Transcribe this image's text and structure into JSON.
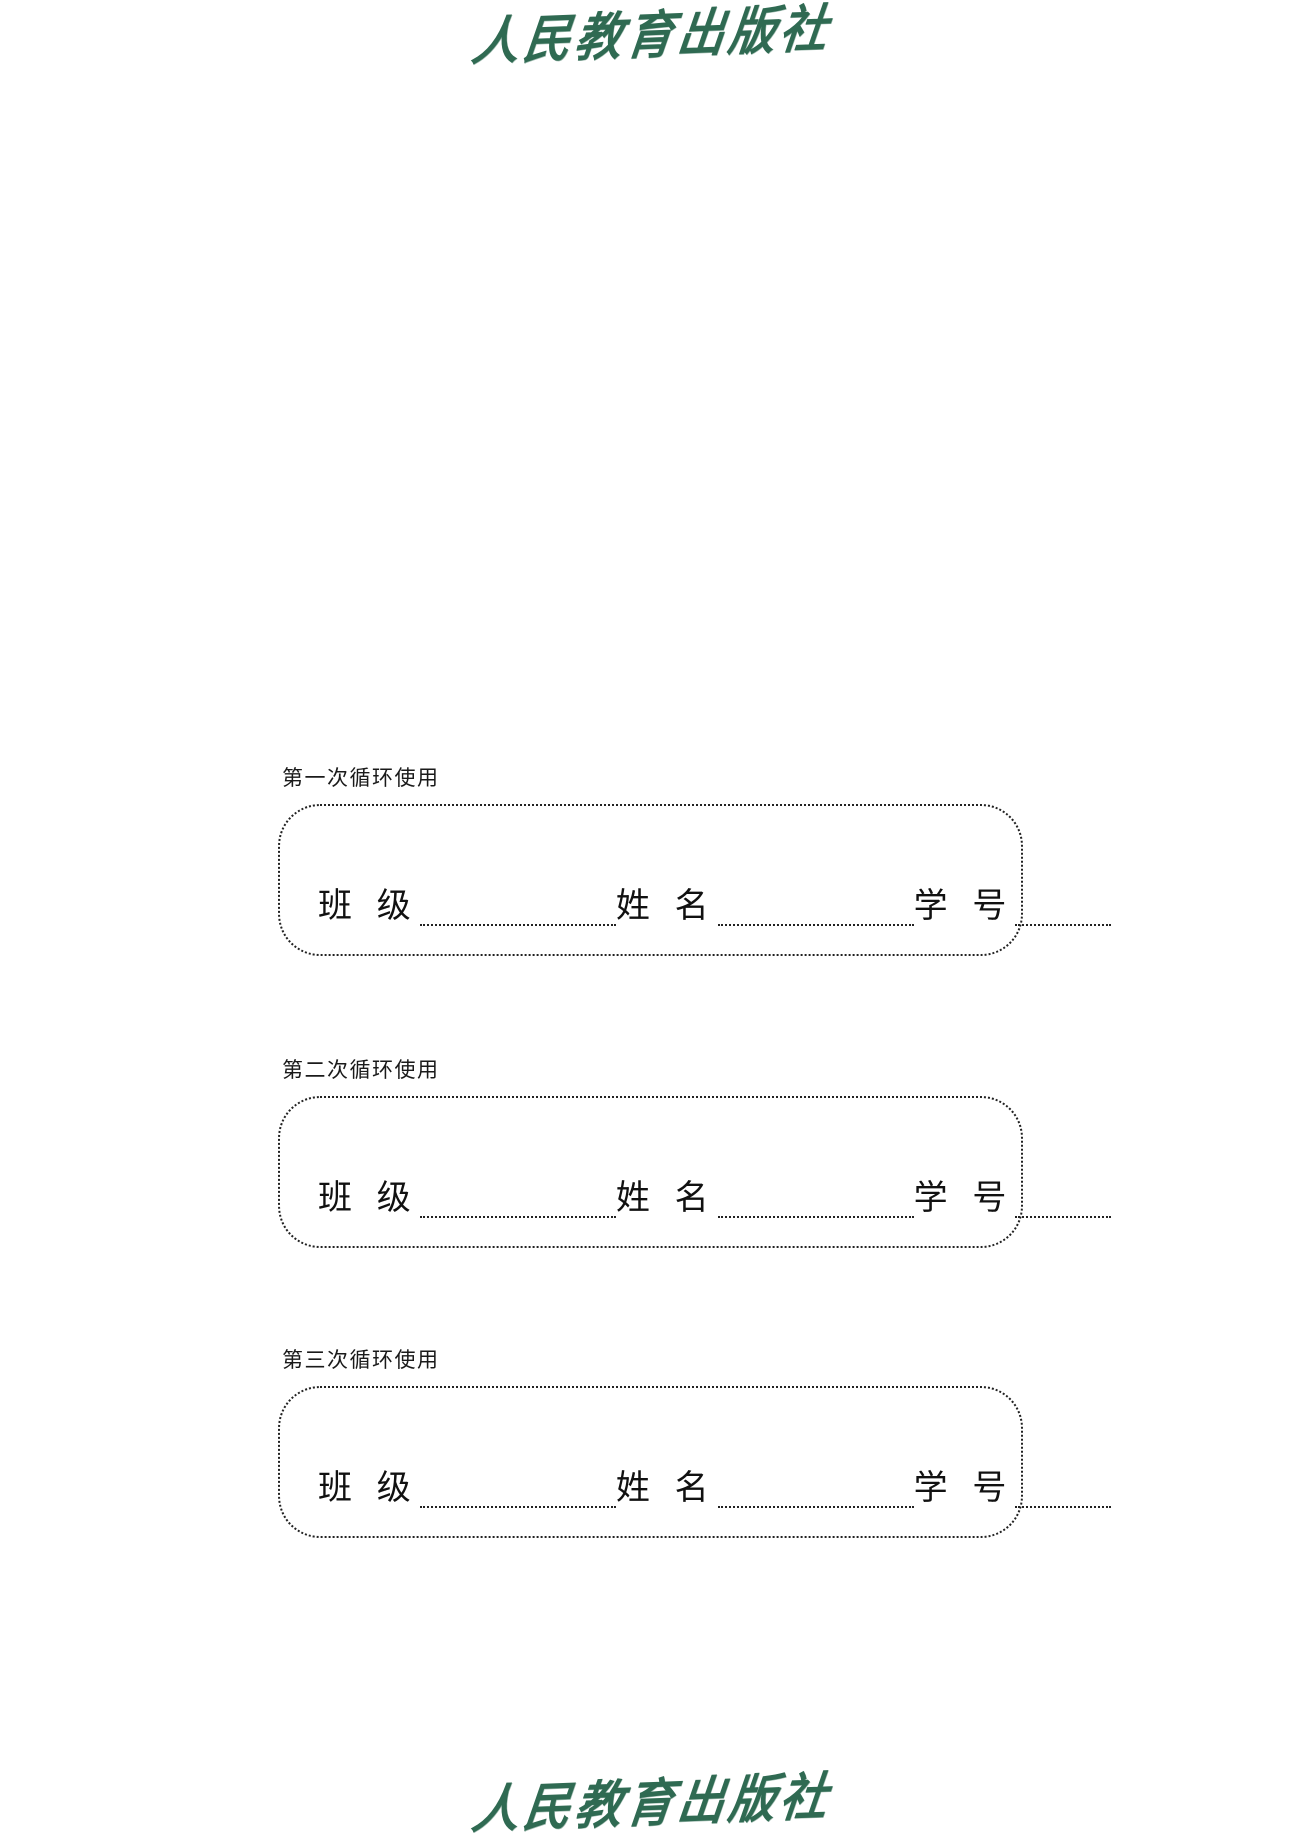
{
  "page": {
    "background": "#ffffff",
    "brand_color": "#2f6a52",
    "ink_color": "#111111"
  },
  "logo": {
    "top_text": "人民教育出版社",
    "bottom_text": "人民教育出版社"
  },
  "sections": [
    {
      "label": "第一次循环使用",
      "fields": {
        "class_label": "班 级",
        "name_label": "姓 名",
        "id_label": "学 号",
        "class_value": "",
        "name_value": "",
        "id_value": ""
      }
    },
    {
      "label": "第二次循环使用",
      "fields": {
        "class_label": "班 级",
        "name_label": "姓 名",
        "id_label": "学 号",
        "class_value": "",
        "name_value": "",
        "id_value": ""
      }
    },
    {
      "label": "第三次循环使用",
      "fields": {
        "class_label": "班 级",
        "name_label": "姓 名",
        "id_label": "学 号",
        "class_value": "",
        "name_value": "",
        "id_value": ""
      }
    }
  ]
}
